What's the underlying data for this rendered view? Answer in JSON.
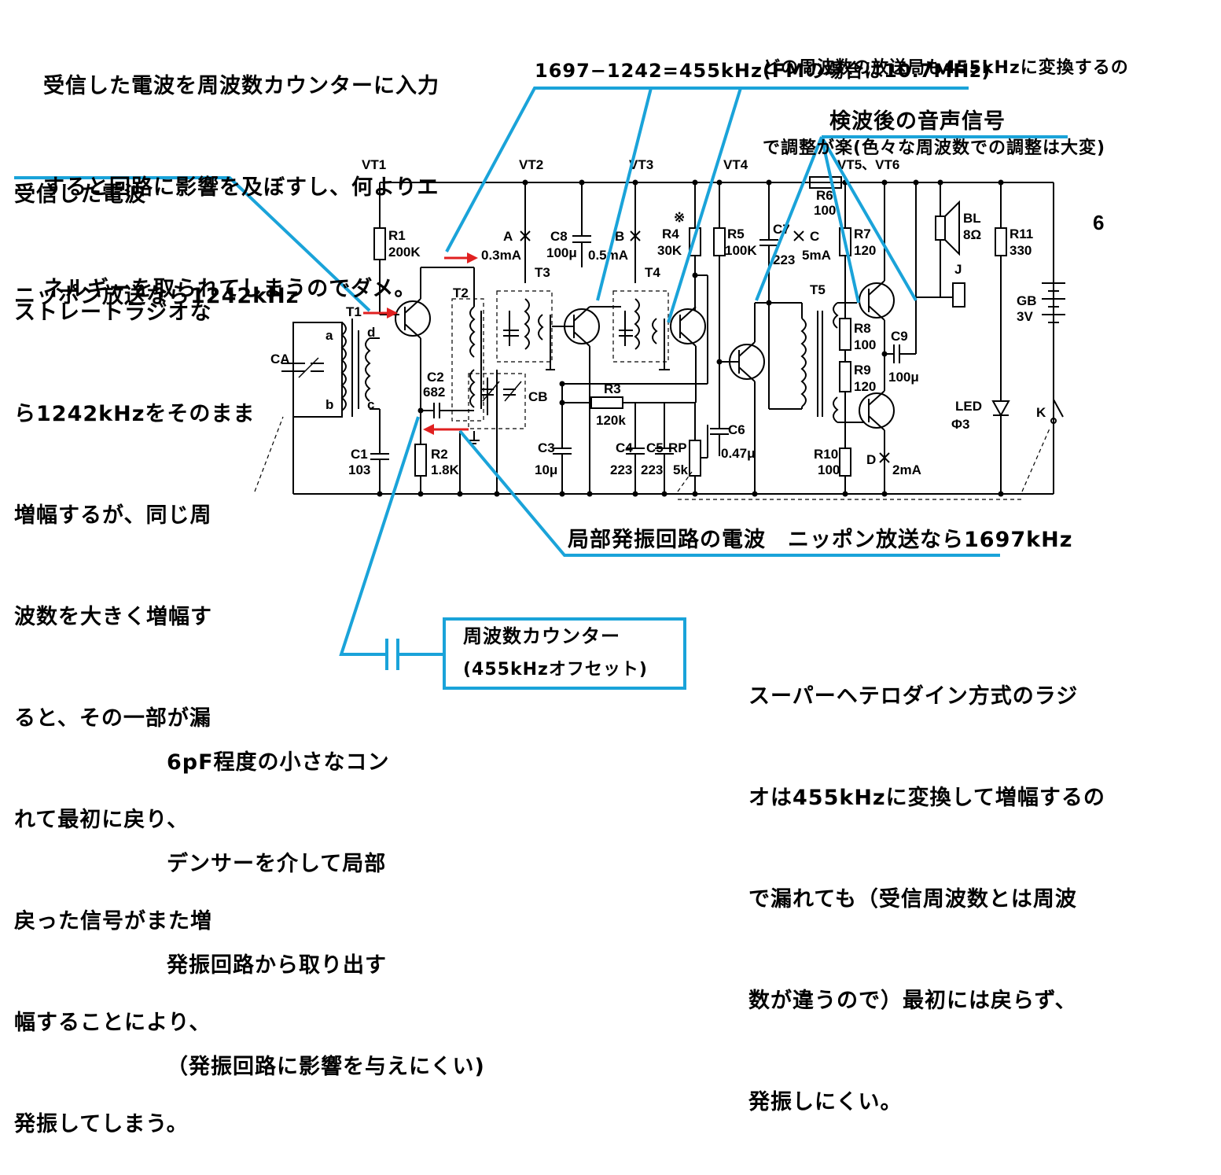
{
  "annotations": {
    "counter_warning": [
      "受信した電波を周波数カウンターに入力",
      "すると回路に影響を及ぼすし、何よりエ",
      "ネルギーを取られてしまうのでダメ。"
    ],
    "received_wave": [
      "受信した電波",
      "ニッポン放送なら1242kHz"
    ],
    "straight_radio": [
      "ストレートラジオな",
      "ら1242kHzをそのまま",
      "増幅するが、同じ周",
      "波数を大きく増幅す",
      "ると、その一部が漏",
      "れて最初に戻り、",
      "戻った信号がまた増",
      "幅することにより、",
      "発振してしまう。"
    ],
    "if_easy": [
      "どの周波数の放送局も455kHzに変換するの",
      "で調整が楽(色々な周波数での調整は大変)"
    ],
    "if_calc": "1697−1242=455kHz(FMの場合は10.7MHz)",
    "detected_audio": "検波後の音声信号",
    "local_osc": "局部発振回路の電波　ニッポン放送なら1697kHz",
    "counter_title": "周波数カウンター",
    "counter_offset": "(455kHzオフセット)",
    "small_cap": [
      "6pF程度の小さなコン",
      "デンサーを介して局部",
      "発振回路から取り出す",
      "（発振回路に影響を与えにくい)"
    ],
    "superhet": [
      "スーパーヘテロダイン方式のラジ",
      "オは455kHzに変換して増幅するの",
      "で漏れても（受信周波数とは周波",
      "数が違うので）最初には戻らず、",
      "発振しにくい。"
    ]
  },
  "page_number": "6",
  "schematic": {
    "transistors": [
      "VT1",
      "VT2",
      "VT3",
      "VT4",
      "VT5、VT6"
    ],
    "components": {
      "R1": [
        "R1",
        "200K"
      ],
      "R2": [
        "R2",
        "1.8K"
      ],
      "R3": [
        "R3",
        "120k"
      ],
      "R4": [
        "R4",
        "30K"
      ],
      "R4_mark": "※",
      "R5": [
        "R5",
        "100K"
      ],
      "R6": [
        "R6",
        "100"
      ],
      "R7": [
        "R7",
        "120"
      ],
      "R8": [
        "R8",
        "100"
      ],
      "R9": [
        "R9",
        "120"
      ],
      "R10": [
        "R10",
        "100"
      ],
      "R11": [
        "R11",
        "330"
      ],
      "C1": [
        "C1",
        "103"
      ],
      "C2": [
        "C2",
        "682"
      ],
      "C3": [
        "C3",
        "10μ"
      ],
      "C4": [
        "C4",
        "223"
      ],
      "C5": [
        "C5",
        "223"
      ],
      "C6": [
        "C6",
        "0.47μ"
      ],
      "C7": [
        "C7",
        "223"
      ],
      "C8": [
        "C8",
        "100μ"
      ],
      "C9": [
        "C9",
        "100μ"
      ],
      "CA": "CA",
      "CB": "CB",
      "RP": [
        "RP",
        "5k"
      ],
      "T1": "T1",
      "T2": "T2",
      "T3": "T3",
      "T4": "T4",
      "T5": "T5",
      "BL": [
        "BL",
        "8Ω"
      ],
      "J": "J",
      "GB": [
        "GB",
        "3V"
      ],
      "LED": [
        "LED",
        "Φ3"
      ],
      "K": "K",
      "coil_taps": [
        "a",
        "b",
        "d",
        "c"
      ]
    },
    "test_points": {
      "A": [
        "A",
        "0.3mA"
      ],
      "B": [
        "B",
        "0.5mA"
      ],
      "C": [
        "C",
        "5mA"
      ],
      "D": [
        "D",
        "2mA"
      ]
    }
  },
  "colors": {
    "annotation_line": "#1aa3d9",
    "signal_arrow": "#e02020"
  }
}
